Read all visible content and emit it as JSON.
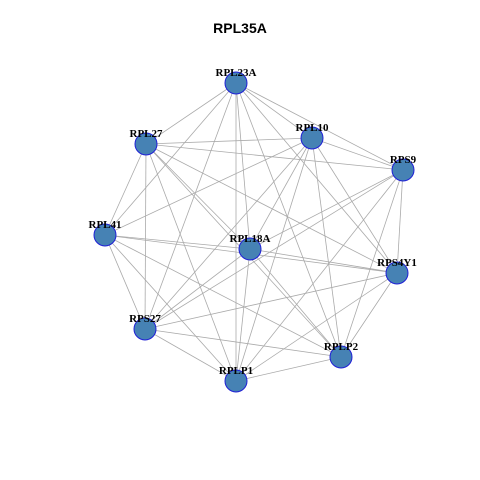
{
  "title": "RPL35A",
  "colors": {
    "node_fill": "#4682b4",
    "node_stroke": "#1f1fd6",
    "edge": "#aaaaaa"
  },
  "nodes": [
    {
      "id": "RPL23A",
      "label": "RPL23A"
    },
    {
      "id": "RPL27",
      "label": "RPL27"
    },
    {
      "id": "RPL10",
      "label": "RPL10"
    },
    {
      "id": "RPS9",
      "label": "RPS9"
    },
    {
      "id": "RPL41",
      "label": "RPL41"
    },
    {
      "id": "RPL18A",
      "label": "RPL18A"
    },
    {
      "id": "RPS4Y1",
      "label": "RPS4Y1"
    },
    {
      "id": "RPS27",
      "label": "RPS27"
    },
    {
      "id": "RPLP2",
      "label": "RPLP2"
    },
    {
      "id": "RPLP1",
      "label": "RPLP1"
    }
  ],
  "edges": [
    [
      "RPL23A",
      "RPL27"
    ],
    [
      "RPL23A",
      "RPL10"
    ],
    [
      "RPL23A",
      "RPS9"
    ],
    [
      "RPL23A",
      "RPL41"
    ],
    [
      "RPL23A",
      "RPL18A"
    ],
    [
      "RPL23A",
      "RPS4Y1"
    ],
    [
      "RPL23A",
      "RPS27"
    ],
    [
      "RPL23A",
      "RPLP2"
    ],
    [
      "RPL23A",
      "RPLP1"
    ],
    [
      "RPL27",
      "RPL10"
    ],
    [
      "RPL27",
      "RPS9"
    ],
    [
      "RPL27",
      "RPL41"
    ],
    [
      "RPL27",
      "RPL18A"
    ],
    [
      "RPL27",
      "RPS4Y1"
    ],
    [
      "RPL27",
      "RPS27"
    ],
    [
      "RPL27",
      "RPLP2"
    ],
    [
      "RPL27",
      "RPLP1"
    ],
    [
      "RPL10",
      "RPS9"
    ],
    [
      "RPL10",
      "RPL41"
    ],
    [
      "RPL10",
      "RPL18A"
    ],
    [
      "RPL10",
      "RPS4Y1"
    ],
    [
      "RPL10",
      "RPS27"
    ],
    [
      "RPL10",
      "RPLP2"
    ],
    [
      "RPL10",
      "RPLP1"
    ],
    [
      "RPS9",
      "RPL18A"
    ],
    [
      "RPS9",
      "RPS4Y1"
    ],
    [
      "RPS9",
      "RPS27"
    ],
    [
      "RPS9",
      "RPLP2"
    ],
    [
      "RPS9",
      "RPLP1"
    ],
    [
      "RPL41",
      "RPL18A"
    ],
    [
      "RPL41",
      "RPS4Y1"
    ],
    [
      "RPL41",
      "RPS27"
    ],
    [
      "RPL41",
      "RPLP2"
    ],
    [
      "RPL41",
      "RPLP1"
    ],
    [
      "RPL18A",
      "RPS4Y1"
    ],
    [
      "RPL18A",
      "RPS27"
    ],
    [
      "RPL18A",
      "RPLP2"
    ],
    [
      "RPL18A",
      "RPLP1"
    ],
    [
      "RPS4Y1",
      "RPS27"
    ],
    [
      "RPS4Y1",
      "RPLP2"
    ],
    [
      "RPS4Y1",
      "RPLP1"
    ],
    [
      "RPS27",
      "RPLP2"
    ],
    [
      "RPS27",
      "RPLP1"
    ],
    [
      "RPLP2",
      "RPLP1"
    ]
  ]
}
